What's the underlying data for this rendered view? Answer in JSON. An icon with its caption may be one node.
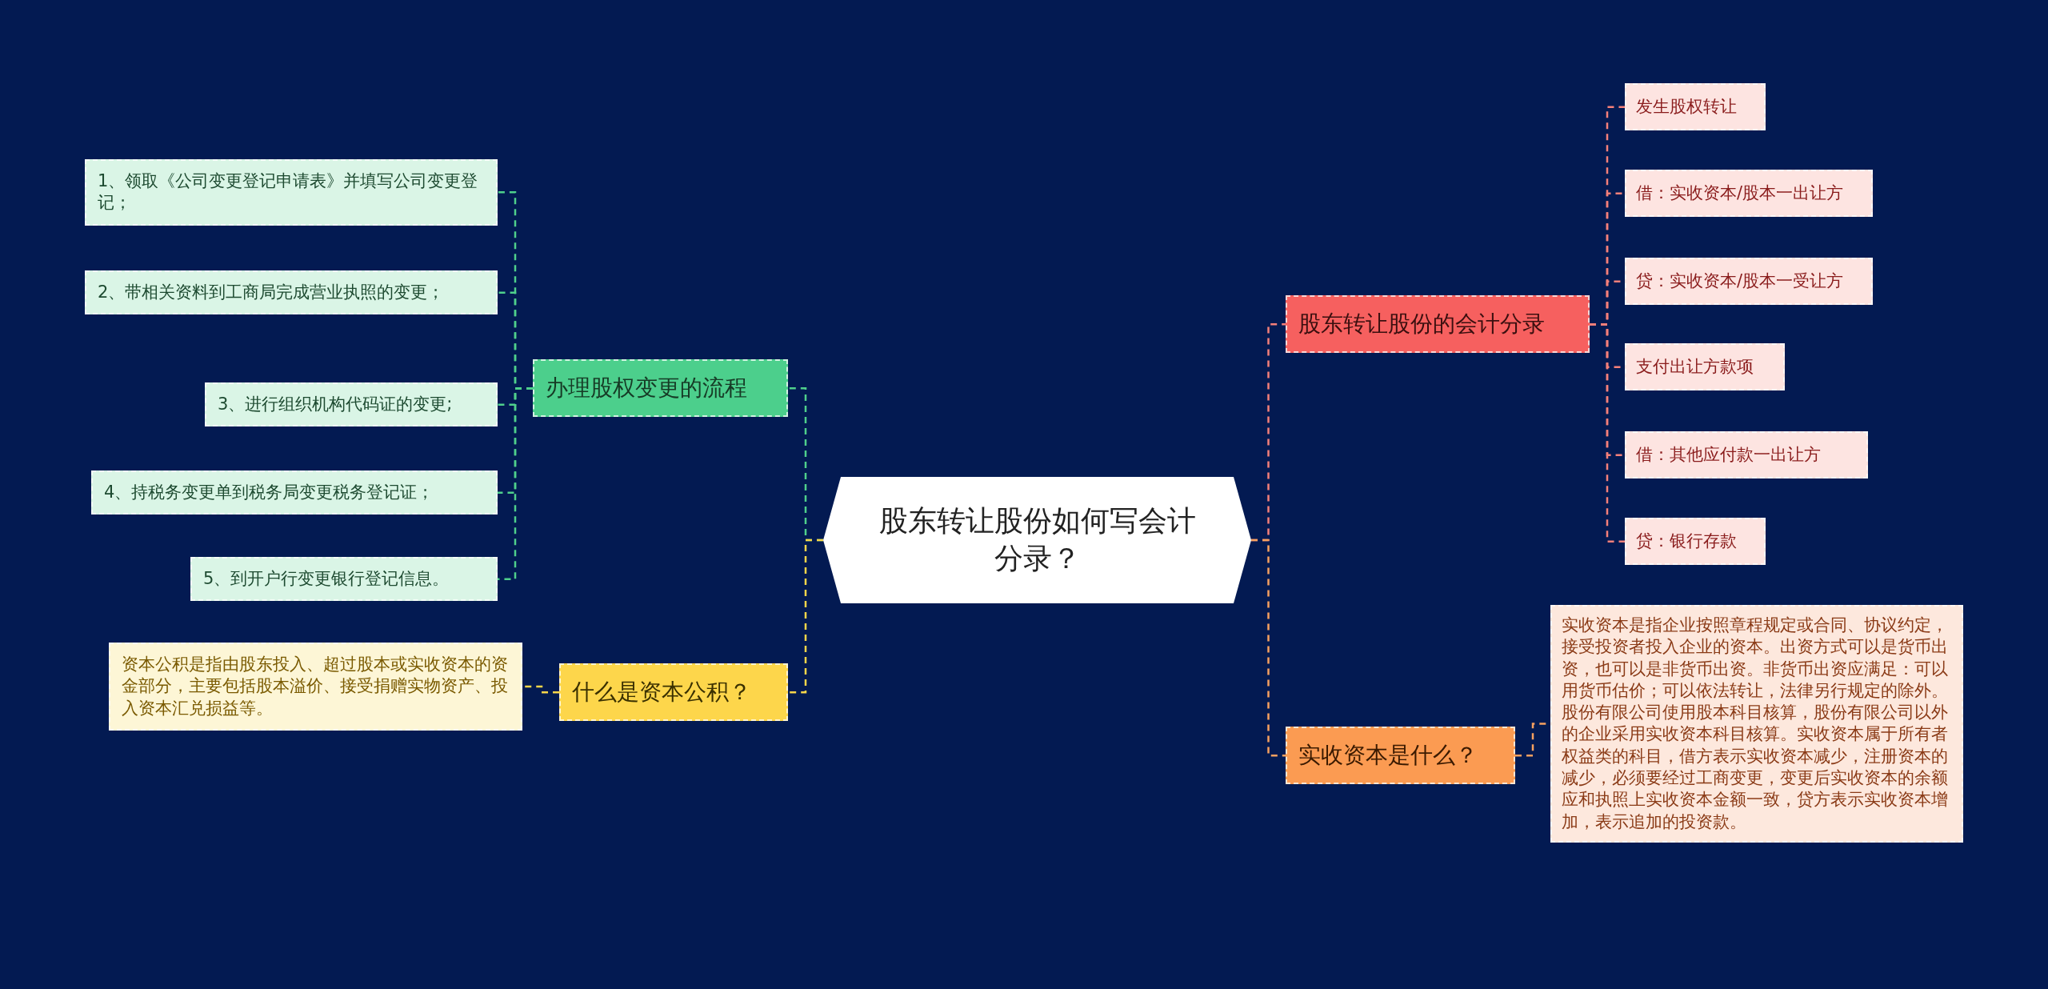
{
  "diagram": {
    "nodes": [
      {
        "text": [
          "股东转让股份如何写会计分录？"
        ]
      },
      {
        "text": [
          "办理股权变更的流程"
        ]
      },
      {
        "text": [
          "1、领取《公司变更登记申请表》并填写公司变更登记；"
        ]
      },
      {
        "text": [
          "2、带相关资料到工商局完成营业执照的变更；"
        ]
      },
      {
        "text": [
          "3、进行组织机构代码证的变更;"
        ]
      },
      {
        "text": [
          "4、持税务变更单到税务局变更税务登记证；"
        ]
      },
      {
        "text": [
          "5、到开户行变更银行登记信息。"
        ]
      },
      {
        "text": [
          "什么是资本公积？"
        ]
      },
      {
        "text": [
          "资本公积是指由股东投入、超过股本或实收资本的资金部分，主要包括股本溢价、接受捐赠实物资产、投入资本汇兑损益等。"
        ]
      },
      {
        "text": [
          "股东转让股份的会计分录"
        ]
      },
      {
        "text": [
          "发生股权转让"
        ]
      },
      {
        "text": [
          "借：实收资本/股本一出让方"
        ]
      },
      {
        "text": [
          "贷：实收资本/股本一受让方"
        ]
      },
      {
        "text": [
          "支付出让方款项"
        ]
      },
      {
        "text": [
          "借：其他应付款一出让方"
        ]
      },
      {
        "text": [
          "贷：银行存款"
        ]
      },
      {
        "text": [
          "实收资本是什么？"
        ]
      },
      {
        "text": [
          "实收资本是指企业按照章程规定或合同、协议约定，接受投资者投入企业的资本。出资方式可以是货币出资，也可以是非货币出资。非货币出资应满足：可以用货币估价；可以依法转让，法律另行规定的除外。股份有限公司使用股本科目核算，股份有限公司以外的企业采用实收资本科目核算。实收资本属于所有者权益类的科目，借方表示实收资本减少，注册资本的减少，必须要经过工商变更，变更后实收资本的余额应和执照上实收资本金额一致，贷方表示实收资本增加，表示追加的投资款。"
        ]
      }
    ],
    "edges": [
      {
        "from": 0,
        "to": 1,
        "arrow": "none",
        "color": "#4fd08c"
      },
      {
        "from": 1,
        "to": 2,
        "arrow": "none",
        "color": "#4fd08c"
      },
      {
        "from": 1,
        "to": 3,
        "arrow": "none",
        "color": "#4fd08c"
      },
      {
        "from": 1,
        "to": 4,
        "arrow": "none",
        "color": "#4fd08c"
      },
      {
        "from": 1,
        "to": 5,
        "arrow": "none",
        "color": "#4fd08c"
      },
      {
        "from": 1,
        "to": 6,
        "arrow": "none",
        "color": "#4fd08c"
      },
      {
        "from": 0,
        "to": 7,
        "arrow": "none",
        "color": "#f7d64a"
      },
      {
        "from": 7,
        "to": 8,
        "arrow": "none",
        "color": "#f7d64a"
      },
      {
        "from": 0,
        "to": 9,
        "arrow": "none"
      },
      {
        "from": 9,
        "to": 10,
        "arrow": "none"
      },
      {
        "from": 9,
        "to": 11,
        "arrow": "none"
      },
      {
        "from": 9,
        "to": 12,
        "arrow": "none"
      },
      {
        "from": 9,
        "to": 13,
        "arrow": "none"
      },
      {
        "from": 9,
        "to": 14,
        "arrow": "none"
      },
      {
        "from": 9,
        "to": 15,
        "arrow": "none"
      },
      {
        "from": 0,
        "to": 16,
        "arrow": "none",
        "color": "#f7a160"
      },
      {
        "from": 16,
        "to": 17,
        "arrow": "none",
        "color": "#f7a160"
      }
    ]
  }
}
